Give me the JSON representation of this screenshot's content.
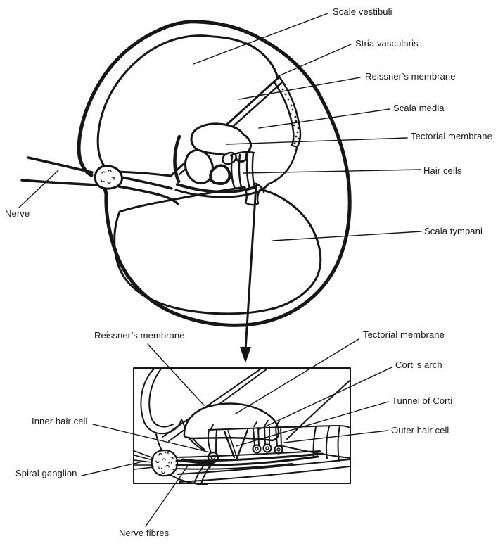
{
  "colors": {
    "ink": "#161616",
    "background": "#ffffff"
  },
  "icons": {
    "inset_arrow": "down-arrow"
  },
  "main_diagram": {
    "labels": {
      "scale_vestibuli": "Scale vestibuli",
      "stria_vascularis": "Stria vascularis",
      "reissners_membrane": "Reissner’s membrane",
      "scala_media": "Scala media",
      "tectorial_membrane": "Tectorial membrane",
      "hair_cells": "Hair cells",
      "scala_tympani": "Scala tympani",
      "nerve": "Nerve"
    }
  },
  "inset_diagram": {
    "labels": {
      "reissners_membrane": "Reissner’s membrane",
      "tectorial_membrane": "Tectorial membrane",
      "cortis_arch": "Corti’s arch",
      "tunnel_of_corti": "Tunnel of Corti",
      "outer_hair_cell": "Outer hair cell",
      "inner_hair_cell": "Inner hair cell",
      "spiral_ganglion": "Spiral ganglion",
      "nerve_fibres": "Nerve fibres"
    }
  }
}
